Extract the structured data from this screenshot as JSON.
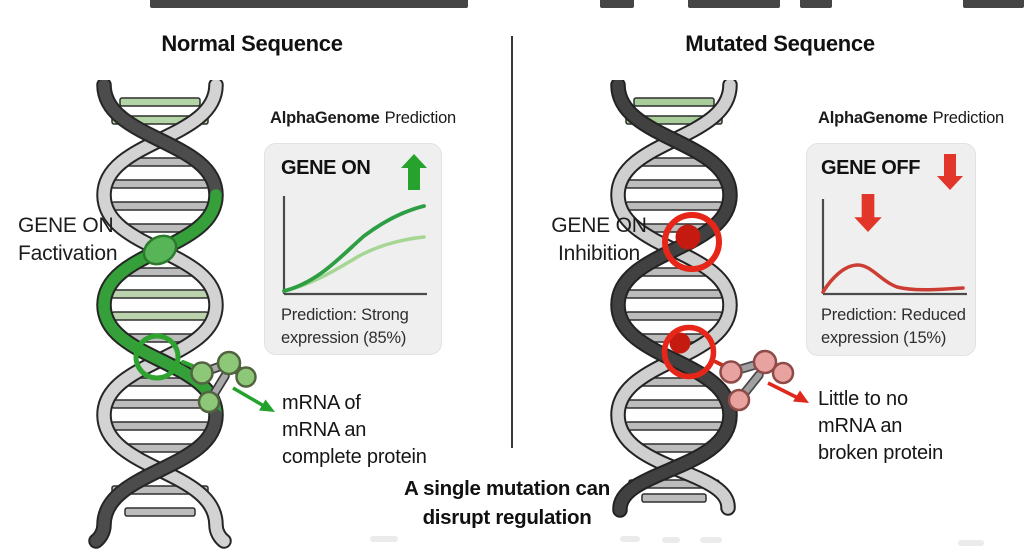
{
  "panels": {
    "normal": {
      "title": "Normal Sequence",
      "gene_label_line1": "GENE ON",
      "gene_label_line2": "Factivation",
      "heading_brand": "AlphaGenome",
      "heading_rest": "Prediction",
      "card_status": "GENE ON",
      "card_caption_line1": "Prediction: Strong",
      "card_caption_line2": "expression (85%)",
      "result_line1": "mRNA of",
      "result_line2": "mRNA an",
      "result_line3": "complete protein"
    },
    "mutated": {
      "title": "Mutated Sequence",
      "gene_label_line1": "GENE ON",
      "gene_label_line2": "Inhibition",
      "heading_brand": "AlphaGenome",
      "heading_rest": "Prediction",
      "card_status": "GENE OFF",
      "card_caption_line1": "Prediction: Reduced",
      "card_caption_line2": "expression (15%)",
      "result_line1": "Little to no",
      "result_line2": "mRNA an",
      "result_line3": "broken protein"
    }
  },
  "footer": {
    "line1": "A single mutation can",
    "line2": "disrupt regulation"
  },
  "colors": {
    "green": "#2fa136",
    "light_green": "#a6d694",
    "green_arrow": "#27a22c",
    "red": "#e23a2c",
    "dark_red": "#c41a10",
    "red_curve": "#cc3e33",
    "card_bg": "#efefef",
    "helix_dark": "#474747",
    "helix_light": "#d2d2d2"
  }
}
